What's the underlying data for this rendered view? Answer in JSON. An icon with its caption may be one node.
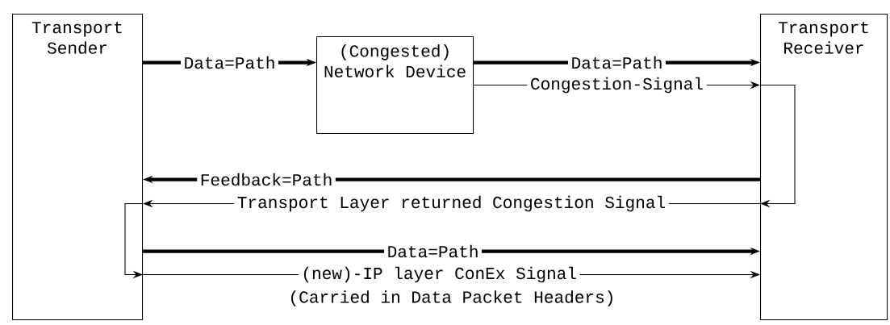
{
  "diagram": {
    "nodes": [
      {
        "text": [
          "Transport Sender"
        ]
      },
      {
        "text": [
          "(Congested) Network Device"
        ]
      },
      {
        "text": [
          "Transport Receiver"
        ]
      }
    ],
    "edges": [
      {
        "from": 0,
        "to": 1,
        "arrow": "to",
        "label": "Data=Path",
        "style": "thick"
      },
      {
        "from": 1,
        "to": 2,
        "arrow": "to",
        "label": "Data=Path",
        "style": "thick"
      },
      {
        "from": 1,
        "to": 2,
        "arrow": "to",
        "label": "Congestion-Signal"
      },
      {
        "from": 2,
        "to": 0,
        "arrow": "to",
        "label": "Feedback=Path",
        "style": "thick"
      },
      {
        "from": 2,
        "to": 0,
        "arrow": "to",
        "label": "Transport Layer returned Congestion Signal"
      },
      {
        "from": 2,
        "to": 2,
        "arrow": "to"
      },
      {
        "from": 0,
        "to": 0,
        "arrow": "to"
      },
      {
        "from": 0,
        "to": 2,
        "arrow": "to",
        "label": "Data=Path",
        "style": "thick"
      },
      {
        "from": 0,
        "to": 2,
        "arrow": "to",
        "label": "(new)-IP layer ConEx Signal"
      }
    ],
    "labels": [
      "(Carried in Data Packet Headers)"
    ]
  }
}
